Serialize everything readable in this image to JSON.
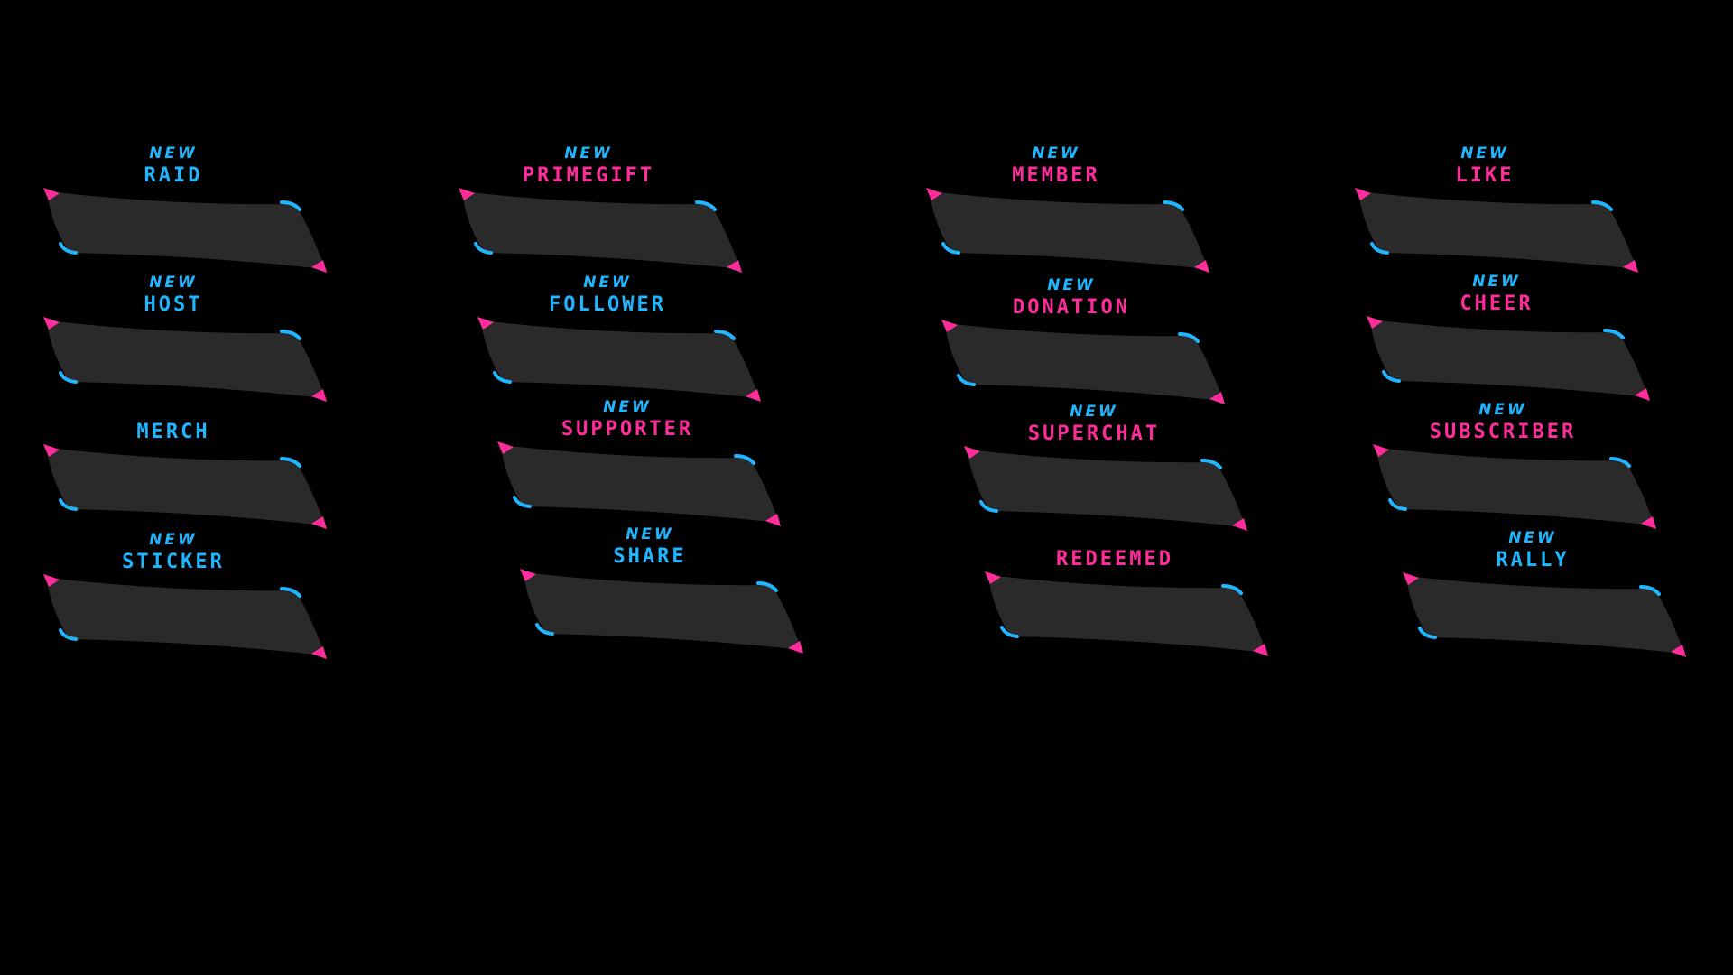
{
  "colors": {
    "background": "#000000",
    "pink": "#ff2d9b",
    "blue": "#1fb6ff",
    "panel": "#2a2a2a"
  },
  "alerts": [
    {
      "new": "NEW",
      "name": "RAID",
      "new_color": "#1fb6ff",
      "name_color": "#1fb6ff"
    },
    {
      "new": "NEW",
      "name": "HOST",
      "new_color": "#1fb6ff",
      "name_color": "#1fb6ff"
    },
    {
      "new": "",
      "name": "MERCH",
      "new_color": "#1fb6ff",
      "name_color": "#1fb6ff"
    },
    {
      "new": "NEW",
      "name": "STICKER",
      "new_color": "#1fb6ff",
      "name_color": "#1fb6ff"
    },
    {
      "new": "NEW",
      "name": "PRIMEGIFT",
      "new_color": "#1fb6ff",
      "name_color": "#ff2d9b"
    },
    {
      "new": "NEW",
      "name": "FOLLOWER",
      "new_color": "#1fb6ff",
      "name_color": "#1fb6ff"
    },
    {
      "new": "NEW",
      "name": "SUPPORTER",
      "new_color": "#1fb6ff",
      "name_color": "#ff2d9b"
    },
    {
      "new": "NEW",
      "name": "SHARE",
      "new_color": "#1fb6ff",
      "name_color": "#1fb6ff"
    },
    {
      "new": "NEW",
      "name": "MEMBER",
      "new_color": "#1fb6ff",
      "name_color": "#ff2d9b"
    },
    {
      "new": "NEW",
      "name": "DONATION",
      "new_color": "#1fb6ff",
      "name_color": "#ff2d9b"
    },
    {
      "new": "NEW",
      "name": "SUPERCHAT",
      "new_color": "#1fb6ff",
      "name_color": "#ff2d9b"
    },
    {
      "new": "",
      "name": "REDEEMED",
      "new_color": "#1fb6ff",
      "name_color": "#ff2d9b"
    },
    {
      "new": "NEW",
      "name": "LIKE",
      "new_color": "#1fb6ff",
      "name_color": "#ff2d9b"
    },
    {
      "new": "NEW",
      "name": "CHEER",
      "new_color": "#1fb6ff",
      "name_color": "#ff2d9b"
    },
    {
      "new": "NEW",
      "name": "SUBSCRIBER",
      "new_color": "#1fb6ff",
      "name_color": "#ff2d9b"
    },
    {
      "new": "NEW",
      "name": "RALLY",
      "new_color": "#1fb6ff",
      "name_color": "#1fb6ff"
    }
  ]
}
